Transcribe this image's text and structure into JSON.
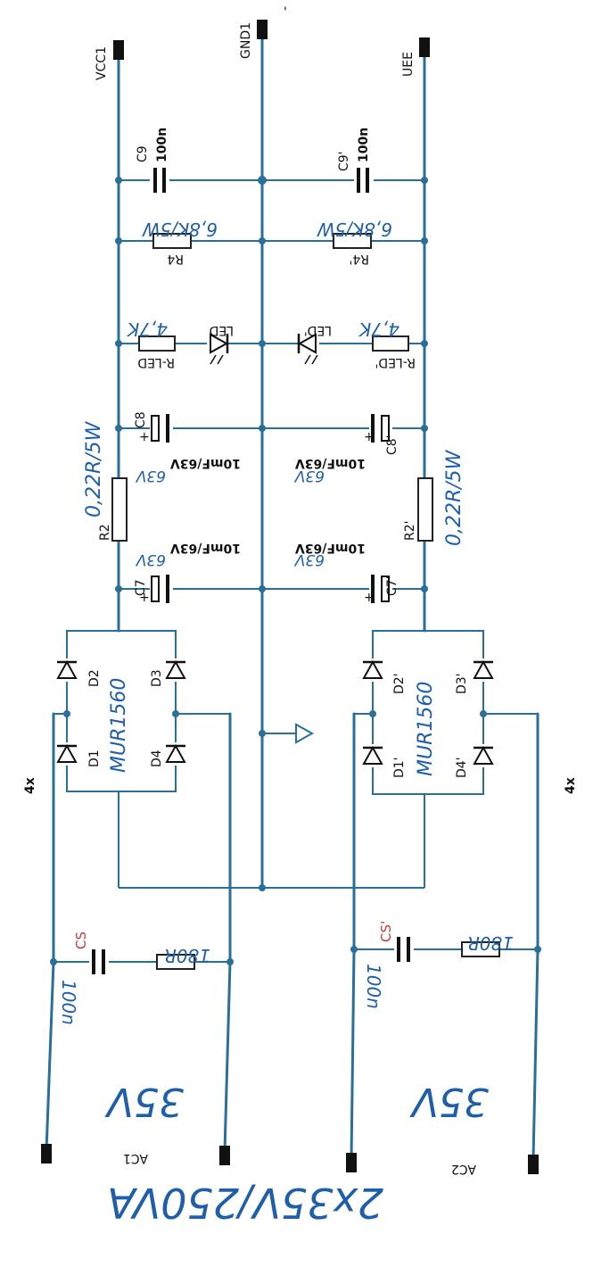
{
  "rails": {
    "vcc": "VCC1",
    "gnd": "GND1",
    "vee": "UEE"
  },
  "components": {
    "c9": "C9",
    "c9_value": "100n",
    "c9p": "C9'",
    "c9p_value": "100n",
    "r4": "R4",
    "r4_value": "6,8K/5W",
    "r4p": "R4'",
    "r4p_value": "6,8K/5W",
    "rled": "R-LED",
    "rled_value": "4,7K",
    "rledp": "R-LED'",
    "rledp_value": "4,7K",
    "led": "LED",
    "ledp": "LED'",
    "c8": "C8",
    "c8_value": "10mF/63V",
    "c8p": "C8'",
    "c8p_value": "10mF/63V",
    "r2": "R2",
    "r2_value": "0,22R/5W",
    "r2p": "R2'",
    "r2p_value": "0,22R/5W",
    "c7": "C7",
    "c7_value": "10mF/63V",
    "c7p": "C7'",
    "c7p_value": "10mF/63V",
    "d1": "D1",
    "d2": "D2",
    "d3": "D3",
    "d4": "D4",
    "d1p": "D1'",
    "d2p": "D2'",
    "d3p": "D3'",
    "d4p": "D4'",
    "bridge": "MUR1560",
    "bridgep": "MUR1560",
    "multiplier_left": "4x",
    "multiplier_right": "4x",
    "cs": "CS",
    "cs_value": "100n",
    "csp": "CS'",
    "csp_value": "100n",
    "rs_value": "180R",
    "rsp_value": "180R",
    "ac1": "AC1",
    "ac1_voltage": "35V",
    "ac2": "AC2",
    "ac2_voltage": "35V",
    "plus": "+"
  },
  "transformer": "2x35V/250VA"
}
